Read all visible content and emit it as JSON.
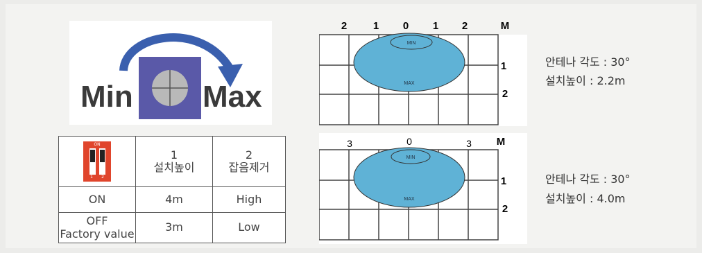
{
  "knob": {
    "min_label": "Min",
    "max_label": "Max"
  },
  "table": {
    "header": {
      "col1_num": "1",
      "col1_label": "설치높이",
      "col2_num": "2",
      "col2_label": "잡음제거"
    },
    "switch": {
      "on_text": "ON",
      "num1": "1",
      "num2": "2"
    },
    "rows": [
      {
        "label": "ON",
        "v1": "4m",
        "v2": "High"
      },
      {
        "label_line1": "OFF",
        "label_line2": "Factory value",
        "v1": "3m",
        "v2": "Low"
      }
    ]
  },
  "diagram1": {
    "x_labels": [
      "2",
      "1",
      "0",
      "1",
      "2"
    ],
    "unit": "M",
    "y_labels": [
      "1",
      "2"
    ],
    "inner_label": "MIN",
    "outer_label": "MAX",
    "note_angle": "안테나 각도 : 30°",
    "note_height": "설치높이 : 2.2m"
  },
  "diagram2": {
    "x_labels": [
      "3",
      "0",
      "3"
    ],
    "unit": "M",
    "y_labels": [
      "1",
      "2"
    ],
    "inner_label": "MIN",
    "outer_label": "MAX",
    "note_angle": "안테나 각도 : 30°",
    "note_height": "설치높이 : 4.0m"
  },
  "colors": {
    "ellipse_fill": "#5fb2d6",
    "arrow": "#3a5fae",
    "knob_square": "#5a59a8",
    "switch_red": "#e0452c"
  }
}
